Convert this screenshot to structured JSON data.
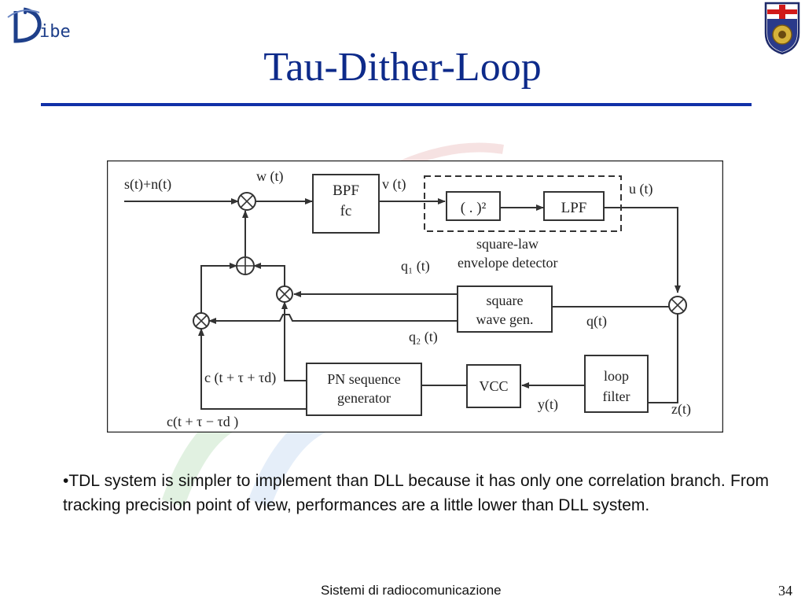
{
  "header": {
    "logo_text": "ibe",
    "title": "Tau-Dither-Loop"
  },
  "diagram": {
    "labels": {
      "input": "s(t)+n(t)",
      "w": "w (t)",
      "v": "v (t)",
      "u": "u (t)",
      "q1": "q₁ (t)",
      "q2": "q₂ (t)",
      "q": "q(t)",
      "y": "y(t)",
      "z": "z(t)",
      "c_plus": "c (t + τ + τd)",
      "c_minus": "c(t + τ − τd )",
      "detector_line1": "square-law",
      "detector_line2": "envelope detector"
    },
    "blocks": {
      "bpf_line1": "BPF",
      "bpf_line2": "fc",
      "square": "( . )²",
      "lpf": "LPF",
      "sq_wave_line1": "square",
      "sq_wave_line2": "wave gen.",
      "pn_line1": "PN sequence",
      "pn_line2": "generator",
      "vcc": "VCC",
      "loop_line1": "loop",
      "loop_line2": "filter"
    }
  },
  "body": {
    "text": "•TDL system is simpler to implement than DLL because it has only one correlation branch. From tracking precision point of view, performances are a little lower than DLL system."
  },
  "footer": {
    "text": "Sistemi di radiocomunicazione",
    "page_number": "34"
  },
  "colors": {
    "title": "#0d2a8a",
    "rule": "#1030a8",
    "logo": "#1e3f8a"
  }
}
